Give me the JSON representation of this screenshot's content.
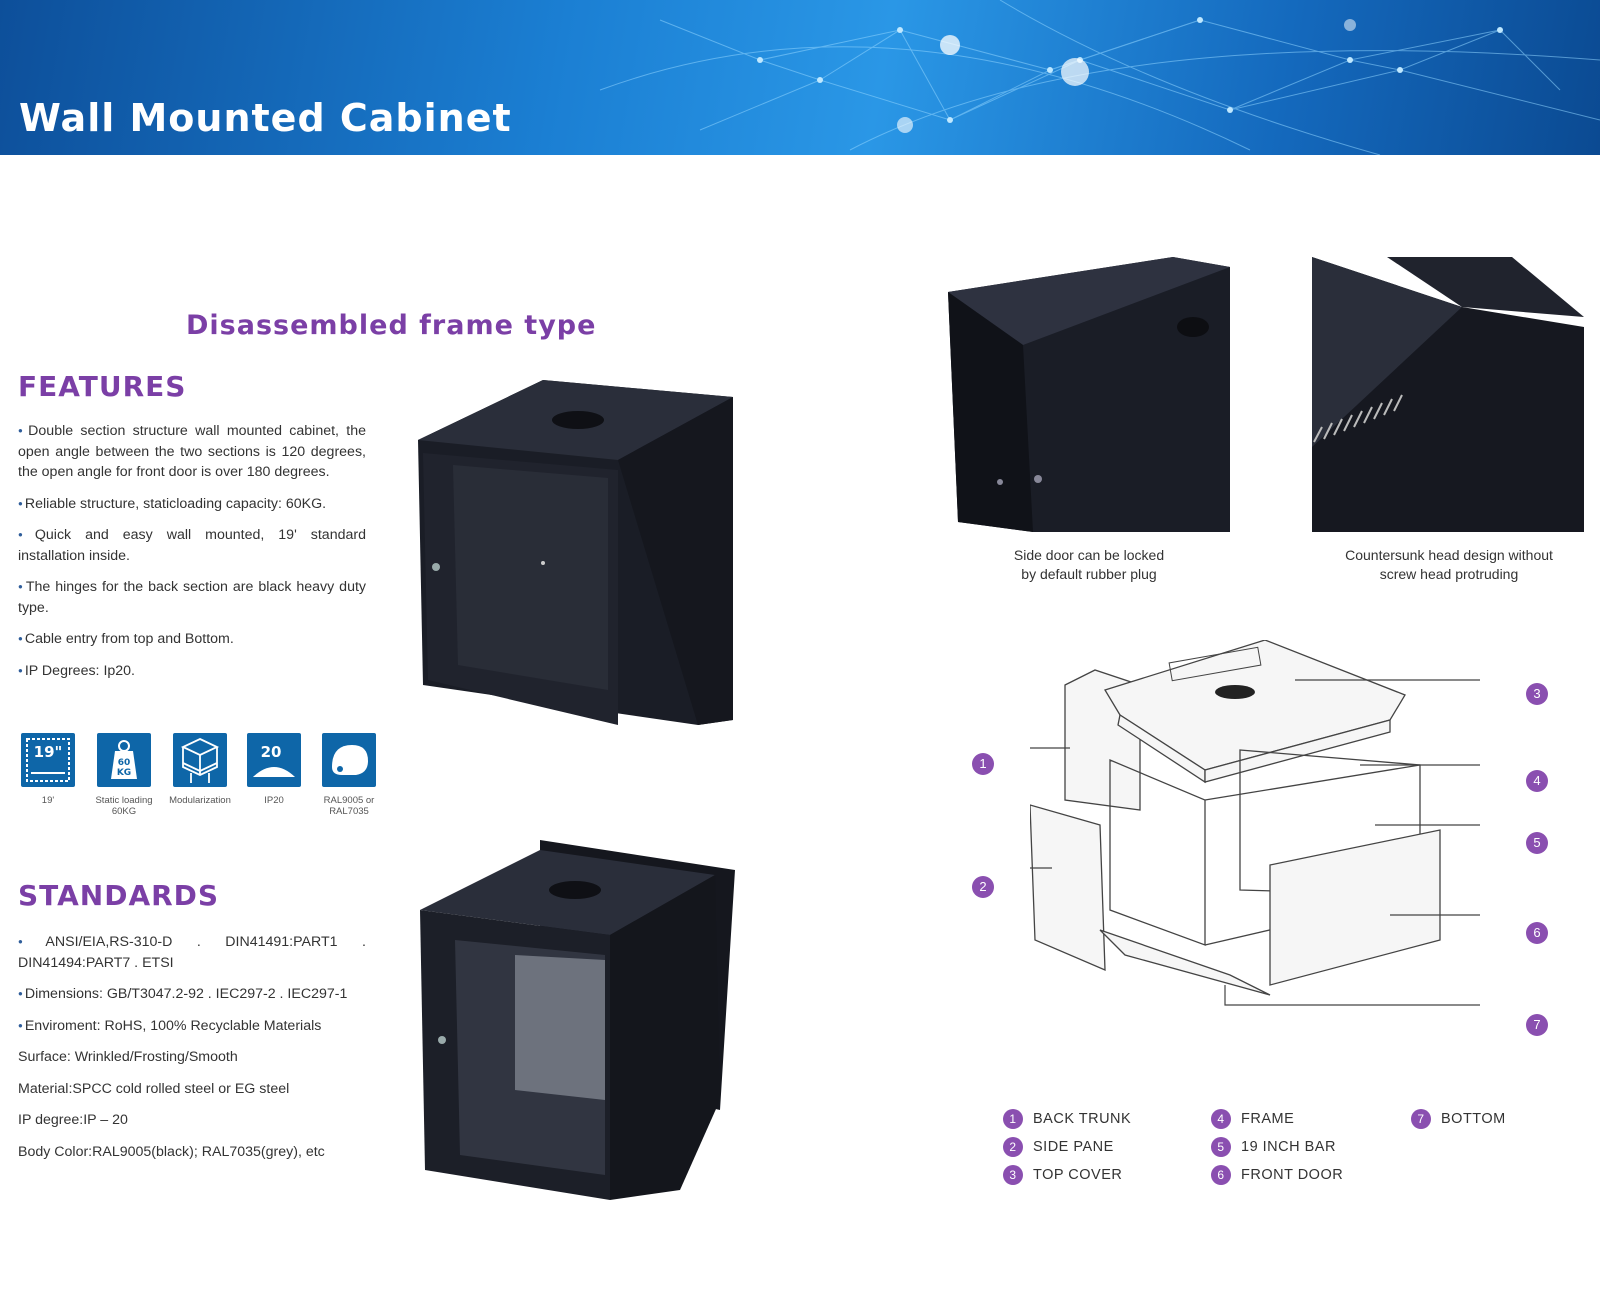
{
  "banner": {
    "title": "Wall Mounted Cabinet"
  },
  "subtitle": "Disassembled frame type",
  "features": {
    "heading": "FEATURES",
    "items": [
      "Double section structure wall mounted cabinet, the open angle between the two sections is 120 degrees, the open angle for front door is over 180 degrees.",
      "Reliable structure, staticloading capacity: 60KG.",
      "Quick and easy wall mounted, 19' standard installation inside.",
      "The hinges for the back section are black heavy duty type.",
      "Cable entry from top and Bottom.",
      "IP Degrees: Ip20."
    ]
  },
  "icons": [
    {
      "icon": "rack-19-icon",
      "glyph": "19\"",
      "label": "19'"
    },
    {
      "icon": "weight-icon",
      "glyph": "60 KG",
      "label": "Static loading 60KG"
    },
    {
      "icon": "modules-icon",
      "glyph": "",
      "label": "Modularization"
    },
    {
      "icon": "ip-rating-icon",
      "glyph": "20",
      "label": "IP20"
    },
    {
      "icon": "color-icon",
      "glyph": "",
      "label": "RAL9005 or RAL7035"
    }
  ],
  "standards": {
    "heading": "STANDARDS",
    "items": [
      {
        "bullet": true,
        "text": "ANSI/EIA,RS-310-D . DIN41491:PART1 . DIN41494:PART7 . ETSI"
      },
      {
        "bullet": true,
        "text": "Dimensions: GB/T3047.2-92 . IEC297-2 . IEC297-1"
      },
      {
        "bullet": true,
        "text": "Enviroment: RoHS, 100% Recyclable Materials"
      },
      {
        "bullet": false,
        "text": "Surface: Wrinkled/Frosting/Smooth"
      },
      {
        "bullet": false,
        "text": "Material:SPCC cold rolled steel or EG steel"
      },
      {
        "bullet": false,
        "text": "IP degree:IP – 20"
      },
      {
        "bullet": false,
        "text": "Body Color:RAL9005(black); RAL7035(grey), etc"
      }
    ]
  },
  "captions": {
    "side_door": "Side door can be locked\nby default rubber plug",
    "countersunk": "Countersunk head design without\nscrew head protruding"
  },
  "callouts": [
    "1",
    "2",
    "3",
    "4",
    "5",
    "6",
    "7"
  ],
  "legend": [
    {
      "num": "1",
      "label": "BACK TRUNK"
    },
    {
      "num": "2",
      "label": "SIDE PANE"
    },
    {
      "num": "3",
      "label": "TOP COVER"
    },
    {
      "num": "4",
      "label": "FRAME"
    },
    {
      "num": "5",
      "label": "19 INCH BAR"
    },
    {
      "num": "6",
      "label": "FRONT DOOR"
    },
    {
      "num": "7",
      "label": "BOTTOM"
    }
  ],
  "colors": {
    "accent": "#7b3fa6",
    "callout": "#8a4fb0",
    "icon_bg": "#0e66a8",
    "banner": "#1b7fd3"
  }
}
